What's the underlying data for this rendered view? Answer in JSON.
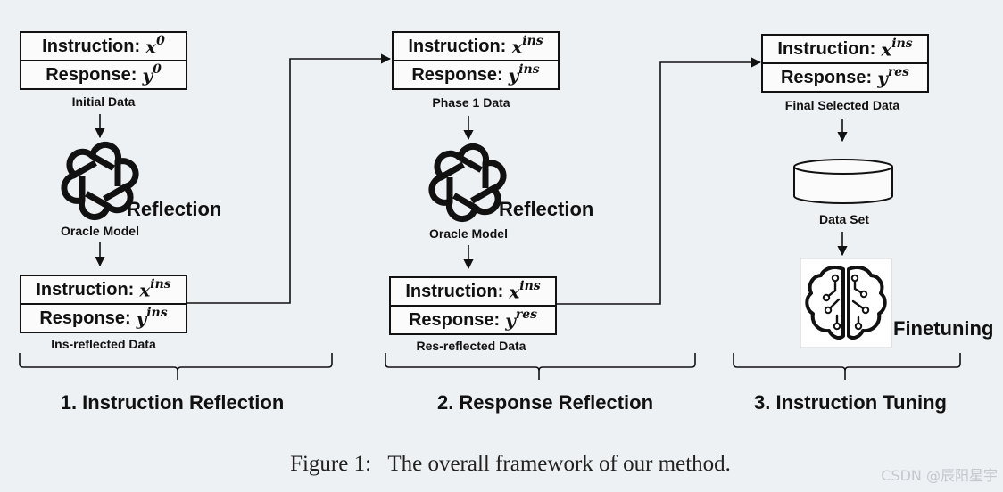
{
  "columns": [
    {
      "top_box": {
        "instruction_label": "Instruction:",
        "instruction_var": "x",
        "instruction_sup": "0",
        "response_label": "Response:",
        "response_var": "y",
        "response_sup": "0"
      },
      "top_caption": "Initial Data",
      "reflection_label": "Reflection",
      "model_caption": "Oracle Model",
      "bottom_box": {
        "instruction_label": "Instruction:",
        "instruction_var": "x",
        "instruction_sup": "ins",
        "response_label": "Response:",
        "response_var": "y",
        "response_sup": "ins"
      },
      "bottom_caption": "Ins-reflected Data",
      "phase_title": "1. Instruction Reflection"
    },
    {
      "top_box": {
        "instruction_label": "Instruction:",
        "instruction_var": "x",
        "instruction_sup": "ins",
        "response_label": "Response:",
        "response_var": "y",
        "response_sup": "ins"
      },
      "top_caption": "Phase 1 Data",
      "reflection_label": "Reflection",
      "model_caption": "Oracle Model",
      "bottom_box": {
        "instruction_label": "Instruction:",
        "instruction_var": "x",
        "instruction_sup": "ins",
        "response_label": "Response:",
        "response_var": "y",
        "response_sup": "res"
      },
      "bottom_caption": "Res-reflected Data",
      "phase_title": "2. Response Reflection"
    },
    {
      "top_box": {
        "instruction_label": "Instruction:",
        "instruction_var": "x",
        "instruction_sup": "ins",
        "response_label": "Response:",
        "response_var": "y",
        "response_sup": "res"
      },
      "top_caption": "Final Selected Data",
      "dataset_caption": "Data Set",
      "finetuning_label": "Finetuning",
      "phase_title": "3. Instruction Tuning"
    }
  ],
  "icons": [
    "openai-logo-icon",
    "database-icon",
    "brain-circuit-icon"
  ],
  "figure_caption": "Figure 1:  The overall framework of our method.",
  "watermark": "CSDN @辰阳星宇"
}
